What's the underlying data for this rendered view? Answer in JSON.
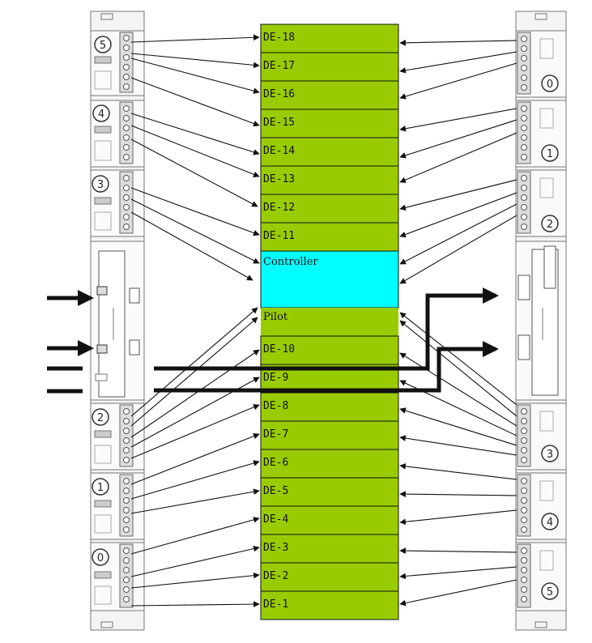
{
  "colors": {
    "slot_fill": "#99cc00",
    "controller_fill": "#00ffff",
    "stroke": "#111111",
    "panel_fill": "#f4f4f4",
    "panel_stroke": "#777777"
  },
  "slots": {
    "de18": "DE-18",
    "de17": "DE-17",
    "de16": "DE-16",
    "de15": "DE-15",
    "de14": "DE-14",
    "de13": "DE-13",
    "de12": "DE-12",
    "de11": "DE-11",
    "controller": "Controller",
    "pilot": "Pilot",
    "de10": "DE-10",
    "de9": "DE-9",
    "de8": "DE-8",
    "de7": "DE-7",
    "de6": "DE-6",
    "de5": "DE-5",
    "de4": "DE-4",
    "de3": "DE-3",
    "de2": "DE-2",
    "de1": "DE-1"
  },
  "left_modules": {
    "m5": "5",
    "m4": "4",
    "m3": "3",
    "m2": "2",
    "m1": "1",
    "m0": "0"
  },
  "right_modules": {
    "m0": "0",
    "m1": "1",
    "m2": "2",
    "m3": "3",
    "m4": "4",
    "m5": "5"
  }
}
